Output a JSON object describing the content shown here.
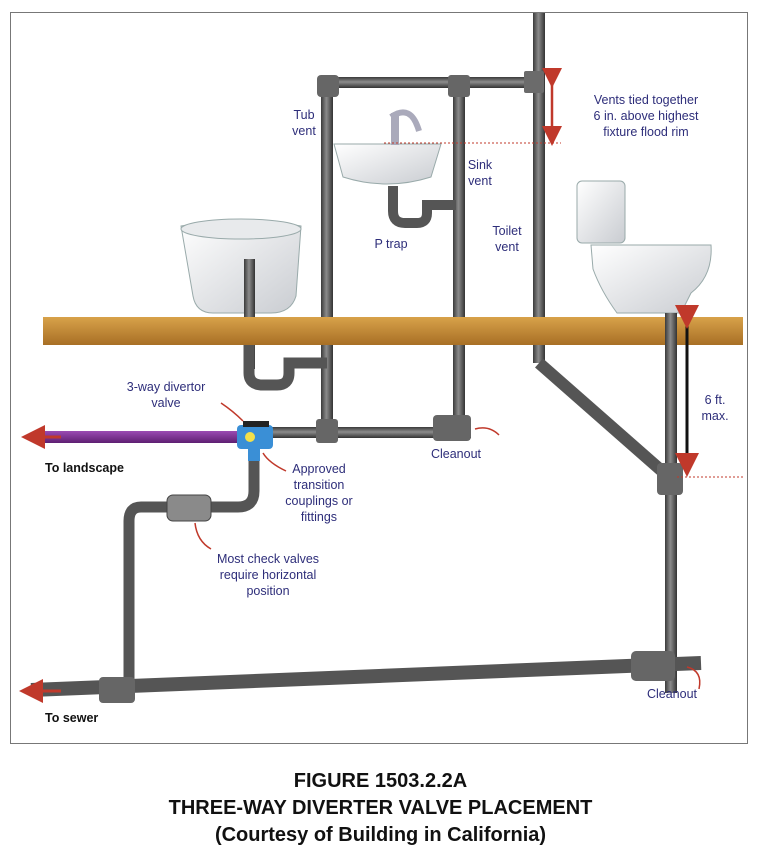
{
  "labels": {
    "vents_tied": [
      "Vents tied together",
      "6 in. above highest",
      "fixture flood rim"
    ],
    "tub_vent": [
      "Tub",
      "vent"
    ],
    "sink_vent": [
      "Sink",
      "vent"
    ],
    "toilet_vent": [
      "Toilet",
      "vent"
    ],
    "p_trap": "P trap",
    "divertor_valve": [
      "3-way divertor",
      "valve"
    ],
    "to_landscape": "To landscape",
    "approved_couplings": [
      "Approved",
      "transition",
      "couplings or",
      "fittings"
    ],
    "cleanout_upper": "Cleanout",
    "six_ft": [
      "6 ft.",
      "max."
    ],
    "check_valves": [
      "Most check valves",
      "require horizontal",
      "position"
    ],
    "cleanout_lower": "Cleanout",
    "to_sewer": "To sewer"
  },
  "caption": {
    "figure_number": "FIGURE 1503.2.2A",
    "title": "THREE-WAY DIVERTER VALVE PLACEMENT",
    "credit": "(Courtesy of Building in California)"
  },
  "colors": {
    "pipe": "#555555",
    "floor": "#c9913a",
    "landscape_pipe": "#7a2f8f",
    "arrow": "#c0392b",
    "label_text": "#2e2e7a"
  }
}
